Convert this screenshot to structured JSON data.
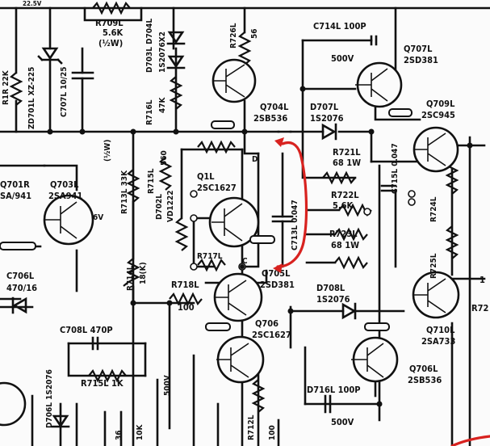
{
  "labels": {
    "r709l": "R709L",
    "r709l_val": "5.6K",
    "r709l_rating": "(½W)",
    "zd701l": "ZD701L XZ-225",
    "c707l": "C707L 10/25",
    "r716l": "R716L",
    "r716l_val": "47K",
    "d703l": "D703L D704L",
    "d703l_part": "1S2076X2",
    "r726l": "R726L",
    "r726l_val": "56",
    "c714l": "C714L 100P",
    "c714l_rating": "500V",
    "q707l": "Q707L",
    "q707l_part": "2SD381",
    "q704l": "Q704L",
    "q704l_part": "2SB536",
    "d707l": "D707L",
    "d707l_part": "1S2076",
    "q709l": "Q709L",
    "q709l_part": "2SC945",
    "r721l": "R721L",
    "r721l_val": "68 1W",
    "r722l": "R722L",
    "r722l_val": "5.6K",
    "r723l": "R723L",
    "r723l_val": "68 1W",
    "c715l": "C715L 0.047",
    "c713l": "C713L 0.047",
    "r724l": "R724L",
    "r725l": "R725L",
    "q1l": "Q1L",
    "q1l_part": "2SC1627",
    "d702l": "D702L",
    "d702l_part": "VD1222",
    "r713l": "R713L 33K",
    "r715l": "R715L",
    "r715l_val": "560",
    "r715l_rating": "(½W)",
    "q701r": "Q701R",
    "q701r_part": "SA/941",
    "q703l": "Q703L",
    "q703l_part": "2SA941",
    "q703l_pin": "6V",
    "c706l": "C706L",
    "c706l_val": "470/16",
    "c708l": "C708L 470P",
    "r715l_1k": "R715L 1K",
    "r714l": "R714L",
    "r714l_val": "18(K)",
    "r718l": "R718L",
    "r718l_val": "100",
    "r717l": "R717L",
    "pot_d": "D",
    "pot_c": "C",
    "q705l": "Q705L",
    "q705l_part": "2SD381",
    "d708l": "D708L",
    "d708l_part": "1S2076",
    "q706": "Q706",
    "q706_part": "2SC1627",
    "q706l": "Q706L",
    "q706l_part": "2SB536",
    "q710l": "Q710L",
    "q710l_part": "2SA733",
    "d716l": "D716L 100P",
    "d716l_rating": "500V",
    "d706l": "D706L 1S2076",
    "r712l": "R712L",
    "r712l_val": "100",
    "c500v": "500V",
    "bottom_36": "36",
    "bottom_10k": "10K",
    "edge_1": "1",
    "edge_72": "R72",
    "top_22": "22.5V",
    "left_r": "R1R 22K"
  },
  "colors": {
    "ink": "#111111",
    "paper": "#fbfbfb",
    "annotation": "#d8221f"
  }
}
